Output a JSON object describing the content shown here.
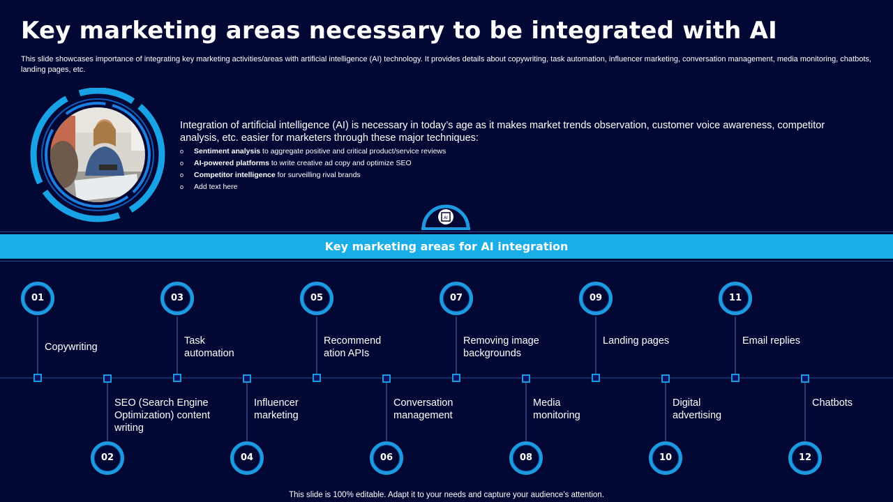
{
  "title": "Key marketing areas necessary to be integrated with AI",
  "subtitle": "This slide showcases importance of integrating key marketing activities/areas with artificial intelligence (AI) technology. It provides details about copywriting, task automation, influencer marketing, conversation management, media monitoring, chatbots, landing pages, etc.",
  "intro": "Integration of artificial intelligence (AI) is necessary in today’s age as it makes market trends observation, customer voice awareness, competitor analysis, etc. easier for marketers through these major techniques:",
  "bullets": [
    {
      "bold": "Sentiment analysis",
      "text": " to aggregate positive and critical product/service reviews"
    },
    {
      "bold": "AI-powered platforms",
      "text": " to write creative ad copy and optimize SEO"
    },
    {
      "bold": "Competitor intelligence",
      "text": " for surveilling rival brands"
    },
    {
      "bold": "",
      "text": "Add text here"
    }
  ],
  "bullet_marker": "o",
  "badge_icon": "ai-chip-icon",
  "banner": "Key marketing areas for AI integration",
  "areas": [
    {
      "num": "01",
      "label": "Copywriting"
    },
    {
      "num": "02",
      "label": "SEO (Search Engine Optimization) content writing"
    },
    {
      "num": "03",
      "label": "Task automation"
    },
    {
      "num": "04",
      "label": "Influencer marketing"
    },
    {
      "num": "05",
      "label": "Recommend ation APIs"
    },
    {
      "num": "06",
      "label": "Conversation management"
    },
    {
      "num": "07",
      "label": "Removing image backgrounds"
    },
    {
      "num": "08",
      "label": "Media monitoring"
    },
    {
      "num": "09",
      "label": "Landing pages"
    },
    {
      "num": "10",
      "label": "Digital advertising"
    },
    {
      "num": "11",
      "label": "Email replies"
    },
    {
      "num": "12",
      "label": "Chatbots"
    }
  ],
  "footer": "This slide is 100% editable. Adapt it to your needs and capture your audience’s attention.",
  "colors": {
    "background": "#020733",
    "accent": "#19aee6",
    "ring": "#1d9ae0"
  }
}
